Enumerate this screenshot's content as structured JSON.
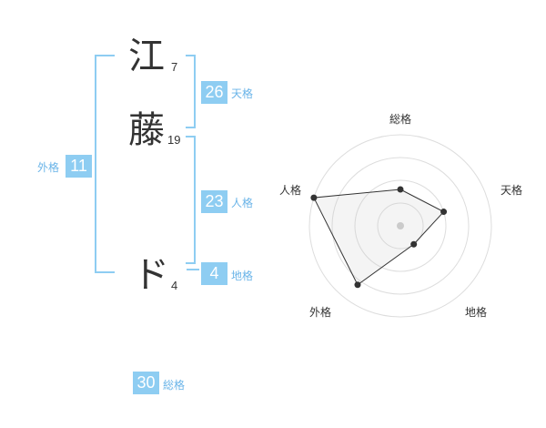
{
  "name": {
    "chars": [
      {
        "char": "江",
        "strokes": "7"
      },
      {
        "char": "藤",
        "strokes": "19"
      },
      {
        "char": "ド",
        "strokes": "4"
      }
    ]
  },
  "kaku": {
    "tenkaku": {
      "value": "26",
      "label": "天格"
    },
    "jinkaku": {
      "value": "23",
      "label": "人格"
    },
    "chikaku": {
      "value": "4",
      "label": "地格"
    },
    "gaikaku": {
      "value": "11",
      "label": "外格"
    },
    "soukaku": {
      "value": "30",
      "label": "総格"
    }
  },
  "colors": {
    "accent": "#8ecdf2",
    "label": "#6ab4e8",
    "text": "#333333"
  },
  "chart_data": {
    "type": "radar",
    "axes": [
      "総格",
      "天格",
      "地格",
      "外格",
      "人格"
    ],
    "values": [
      0.4,
      0.5,
      0.25,
      0.8,
      1.0
    ],
    "rings": 4,
    "max": 1.0
  }
}
